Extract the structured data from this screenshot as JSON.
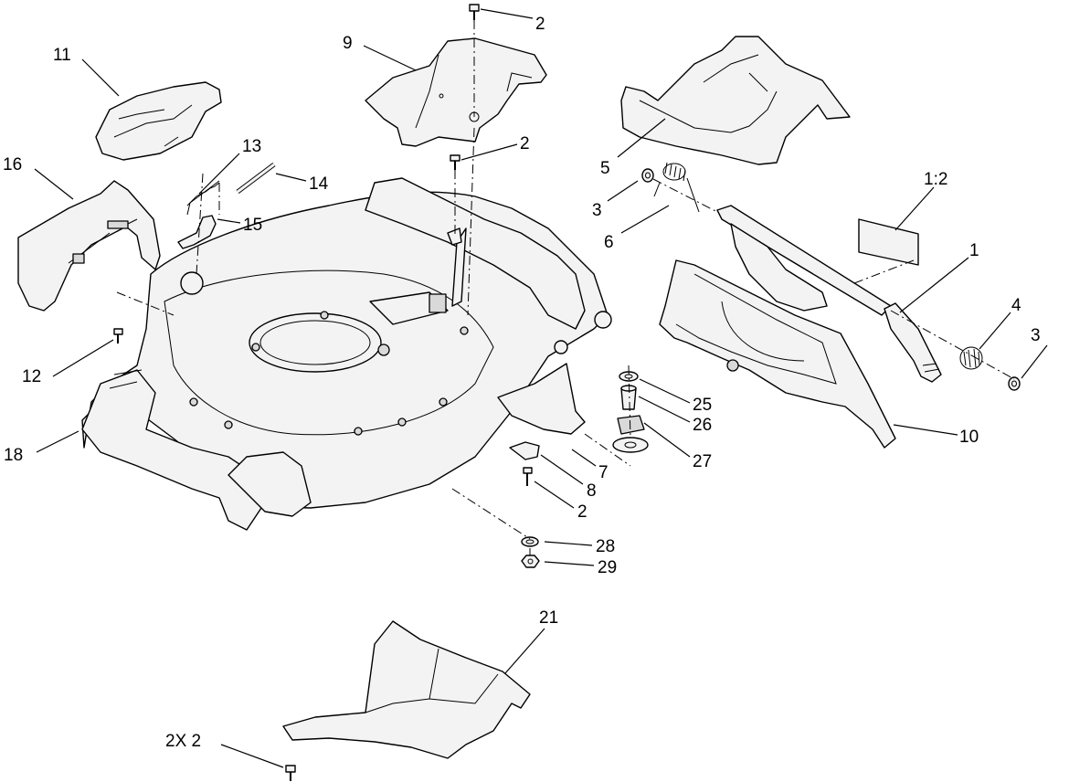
{
  "diagram": {
    "callouts": {
      "c1": "1",
      "c1_2": "1:2",
      "c2_top": "2",
      "c2_mid": "2",
      "c2_low": "2",
      "c2x2": "2X 2",
      "c3_left": "3",
      "c3_right": "3",
      "c4": "4",
      "c5": "5",
      "c6": "6",
      "c7": "7",
      "c8": "8",
      "c9": "9",
      "c10": "10",
      "c11": "11",
      "c12": "12",
      "c13": "13",
      "c14": "14",
      "c15": "15",
      "c16": "16",
      "c18": "18",
      "c21": "21",
      "c25": "25",
      "c26": "26",
      "c27": "27",
      "c28": "28",
      "c29": "29"
    },
    "parts": [
      {
        "id": "1",
        "shape": "rear-door-rod"
      },
      {
        "id": "1:2",
        "shape": "decal"
      },
      {
        "id": "2",
        "shape": "screw"
      },
      {
        "id": "3",
        "shape": "washer"
      },
      {
        "id": "4",
        "shape": "torsion-spring"
      },
      {
        "id": "5",
        "shape": "rear-shield"
      },
      {
        "id": "6",
        "shape": "torsion-spring"
      },
      {
        "id": "7",
        "shape": "baffle"
      },
      {
        "id": "8",
        "shape": "bracket"
      },
      {
        "id": "9",
        "shape": "top-plate"
      },
      {
        "id": "10",
        "shape": "rear-door"
      },
      {
        "id": "11",
        "shape": "front-cover"
      },
      {
        "id": "12",
        "shape": "screw"
      },
      {
        "id": "13",
        "shape": "spring"
      },
      {
        "id": "14",
        "shape": "rod"
      },
      {
        "id": "15",
        "shape": "bracket"
      },
      {
        "id": "16",
        "shape": "side-cover"
      },
      {
        "id": "18",
        "shape": "mower-deck"
      },
      {
        "id": "21",
        "shape": "mulch-plug"
      },
      {
        "id": "25",
        "shape": "washer"
      },
      {
        "id": "26",
        "shape": "bushing"
      },
      {
        "id": "27",
        "shape": "gear"
      },
      {
        "id": "28",
        "shape": "washer"
      },
      {
        "id": "29",
        "shape": "nut"
      }
    ]
  }
}
